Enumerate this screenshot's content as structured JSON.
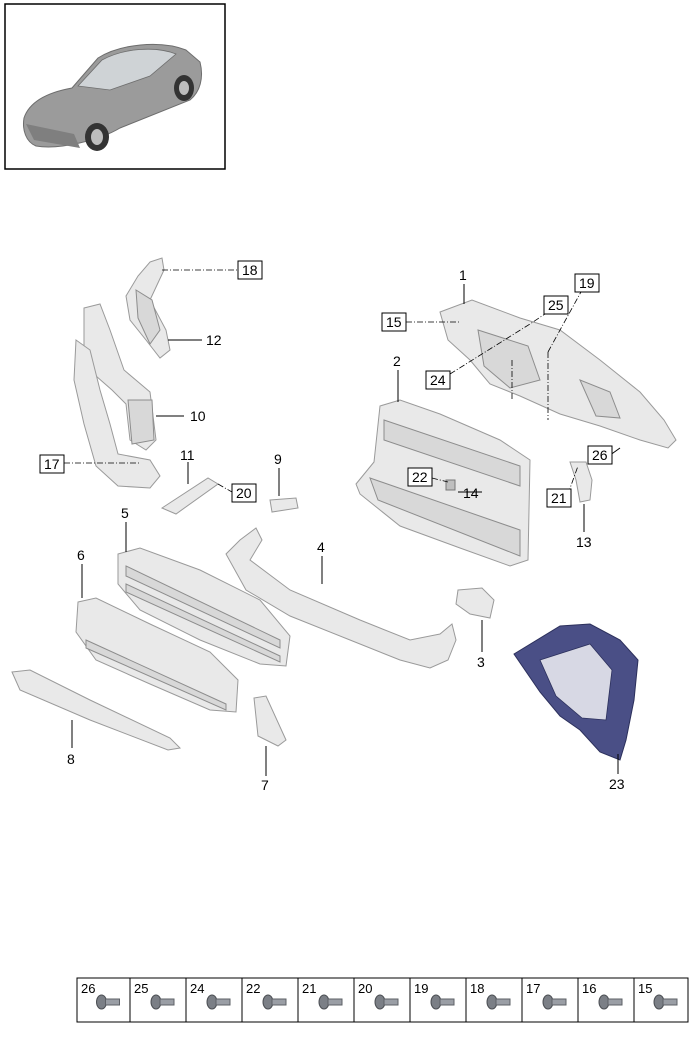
{
  "callouts": {
    "c1": "1",
    "c2": "2",
    "c3": "3",
    "c4": "4",
    "c5": "5",
    "c6": "6",
    "c7": "7",
    "c8": "8",
    "c9": "9",
    "c10": "10",
    "c11": "11",
    "c12": "12",
    "c13": "13",
    "c14": "14",
    "c15": "15",
    "c17": "17",
    "c18": "18",
    "c19": "19",
    "c20": "20",
    "c21": "21",
    "c22": "22",
    "c23": "23",
    "c24": "24",
    "c25": "25",
    "c26": "26"
  },
  "hardware": [
    "26",
    "25",
    "24",
    "22",
    "21",
    "20",
    "19",
    "18",
    "17",
    "16",
    "15"
  ],
  "colors": {
    "line": "#000000",
    "part_fill": "#e9e9e9",
    "part_edge": "#9a9a9a",
    "duct": "#4a4f86",
    "car": "#9b9b9b"
  }
}
